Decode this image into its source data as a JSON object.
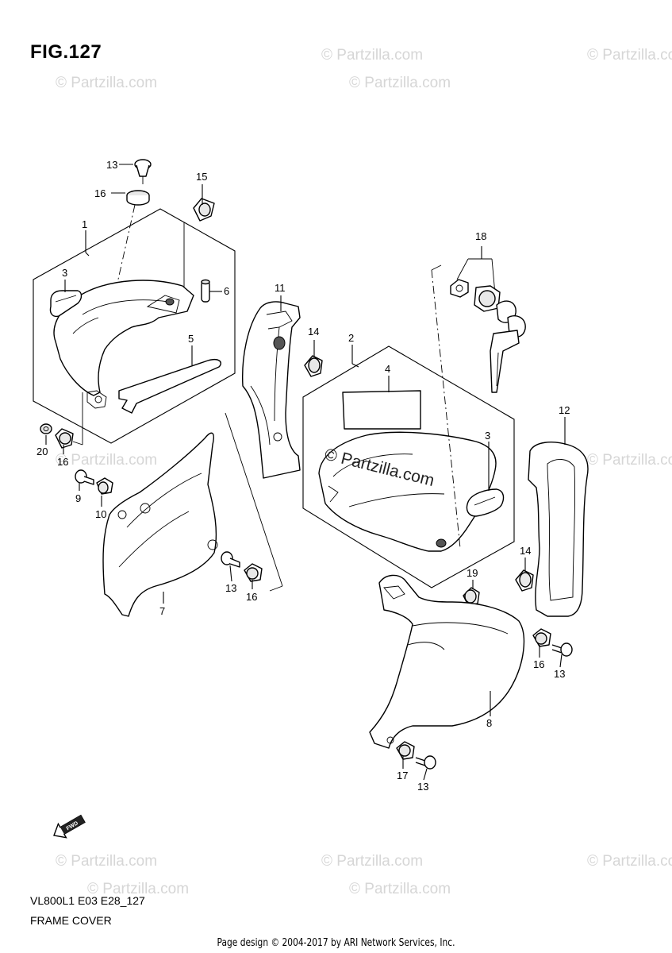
{
  "figure_title": "FIG.127",
  "footer": {
    "model_code": "VL800L1 E03 E28_127",
    "section_name": "FRAME COVER",
    "credit": "Page design © 2004-2017 by ARI Network Services, Inc."
  },
  "watermark": {
    "text": "© Partzilla.com"
  },
  "direction_marker": "FWD",
  "callouts": {
    "c1": "1",
    "c2": "2",
    "c3a": "3",
    "c3b": "3",
    "c4": "4",
    "c5": "5",
    "c6": "6",
    "c7": "7",
    "c8": "8",
    "c9": "9",
    "c10": "10",
    "c11": "11",
    "c12": "12",
    "c13a": "13",
    "c13b": "13",
    "c13c": "13",
    "c13d": "13",
    "c14a": "14",
    "c14b": "14",
    "c15": "15",
    "c16a": "16",
    "c16b": "16",
    "c16c": "16",
    "c16d": "16",
    "c17": "17",
    "c18": "18",
    "c19": "19",
    "c20": "20"
  }
}
